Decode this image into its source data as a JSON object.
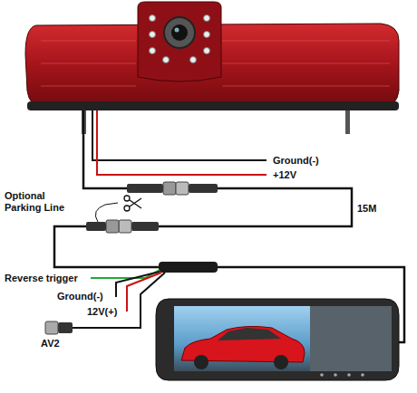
{
  "diagram": {
    "labels": [
      "Ground(-)",
      "+12V",
      "Optional Parking Line",
      "15M",
      "Reverse trigger",
      "Ground(-)",
      "12V(+)",
      "AV2"
    ]
  }
}
